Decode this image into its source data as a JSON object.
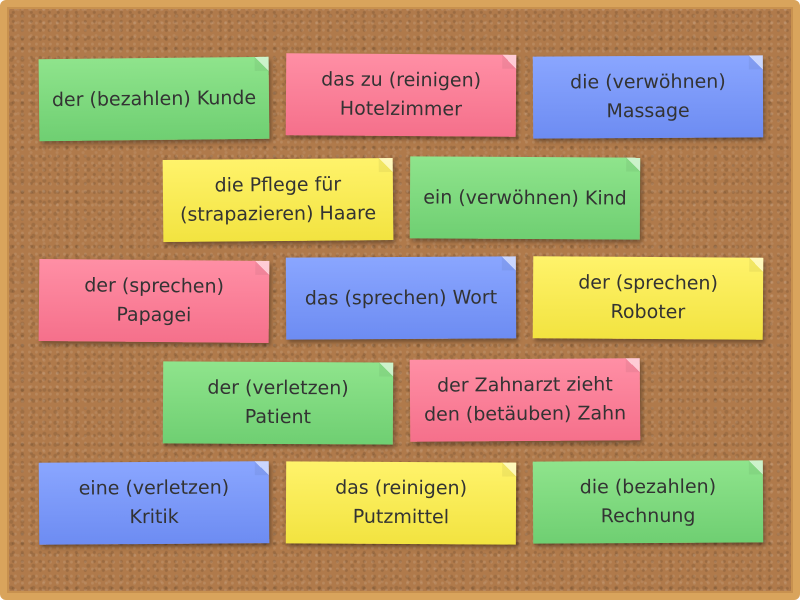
{
  "cards": [
    {
      "text": "der (bezahlen) Kunde",
      "color": "#7dd87f"
    },
    {
      "text": "das zu (reinigen) Hotelzimmer",
      "color": "#fa7f98"
    },
    {
      "text": "die (verwöhnen) Massage",
      "color": "#7b98f8"
    },
    {
      "text": "die Pflege für (strapazieren) Haare",
      "color": "#f8ec55"
    },
    {
      "text": "ein (verwöhnen) Kind",
      "color": "#7dd87f"
    },
    {
      "text": "der (sprechen) Papagei",
      "color": "#fa7f98"
    },
    {
      "text": "das (sprechen) Wort",
      "color": "#7b98f8"
    },
    {
      "text": "der (sprechen) Roboter",
      "color": "#f8ec55"
    },
    {
      "text": "der (verletzen) Patient",
      "color": "#7dd87f"
    },
    {
      "text": "der Zahnarzt zieht den (betäuben) Zahn",
      "color": "#fa7f98"
    },
    {
      "text": "eine (verletzen) Kritik",
      "color": "#7b98f8"
    },
    {
      "text": "das (reinigen) Putzmittel",
      "color": "#f8ec55"
    },
    {
      "text": "die (bezahlen) Rechnung",
      "color": "#7dd87f"
    }
  ]
}
